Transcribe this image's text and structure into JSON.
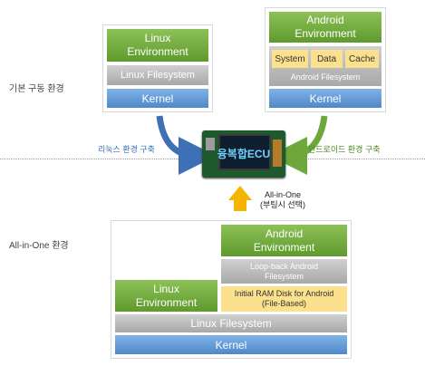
{
  "labels": {
    "basic_env": "기본 구동 환경",
    "allinone_env": "All-in-One 환경",
    "linux_build": "리눅스 환경 구축",
    "android_build": "안드로이드 환경 구축",
    "allinone_title": "All-in-One",
    "allinone_sub": "(부팅시 선택)",
    "ecu_text": "융복합ECU"
  },
  "linux_stack": {
    "environment": "Linux Environment",
    "filesystem": "Linux Filesystem",
    "kernel": "Kernel"
  },
  "android_stack": {
    "environment": "Android Environment",
    "partitions": [
      "System",
      "Data",
      "Cache"
    ],
    "filesystem": "Android Filesystem",
    "kernel": "Kernel"
  },
  "allinone_stack": {
    "android_environment": "Android Environment",
    "loopback": "Loop-back Android Filesystem",
    "ramdisk": "Initial RAM Disk for Android (File-Based)",
    "linux_environment": "Linux Environment",
    "filesystem": "Linux Filesystem",
    "kernel": "Kernel"
  },
  "colors": {
    "green": "#6fa83a",
    "grey": "#b8b8b8",
    "blue": "#5a93d1",
    "yellow": "#fbe08e",
    "arrow_linux": "#3f6fb5",
    "arrow_android": "#6fa83a",
    "arrow_up": "#f5b400"
  }
}
